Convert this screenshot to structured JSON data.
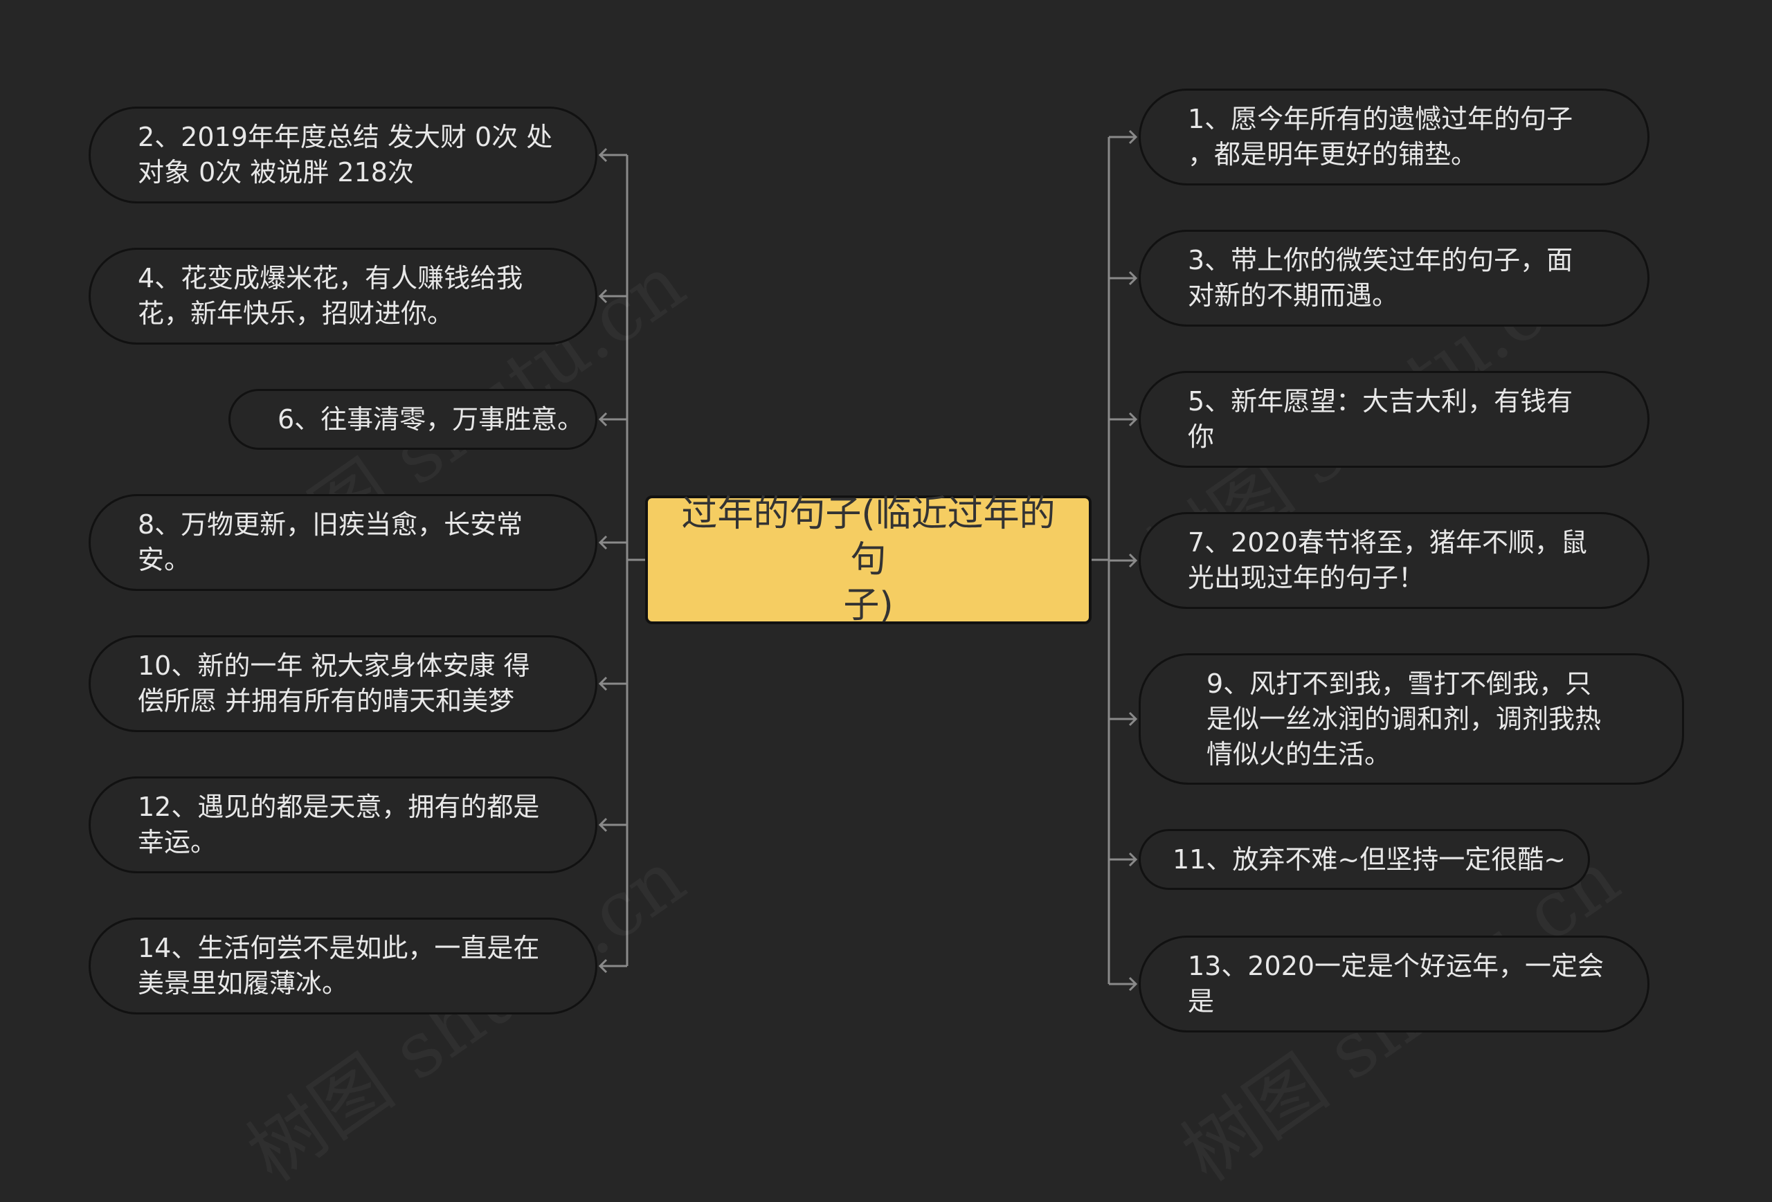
{
  "colors": {
    "background": "#262626",
    "central_fill": "#f5cd62",
    "node_border": "#111111",
    "connector": "#8a8a8a",
    "text": "#e8e8e8"
  },
  "central": {
    "text": "过年的句子(临近过年的句\n子)"
  },
  "left_nodes": [
    {
      "text": "2、2019年年度总结 发大财 0次 处\n对象 0次 被说胖 218次"
    },
    {
      "text": "4、花变成爆米花，有人赚钱给我\n花，新年快乐，招财进你。"
    },
    {
      "text": "6、往事清零，万事胜意。"
    },
    {
      "text": "8、万物更新，旧疾当愈，长安常\n安。"
    },
    {
      "text": "10、新的一年 祝大家身体安康 得\n偿所愿 并拥有所有的晴天和美梦"
    },
    {
      "text": "12、遇见的都是天意，拥有的都是\n幸运。"
    },
    {
      "text": "14、生活何尝不是如此，一直是在\n美景里如履薄冰。"
    }
  ],
  "right_nodes": [
    {
      "text": "1、愿今年所有的遗憾过年的句子\n，都是明年更好的铺垫。"
    },
    {
      "text": "3、带上你的微笑过年的句子，面\n对新的不期而遇。"
    },
    {
      "text": "5、新年愿望：大吉大利，有钱有\n你"
    },
    {
      "text": "7、2020春节将至，猪年不顺，鼠\n光出现过年的句子！"
    },
    {
      "text": "9、风打不到我，雪打不倒我，只\n是似一丝冰润的调和剂，调剂我热\n情似火的生活。"
    },
    {
      "text": "11、放弃不难~但坚持一定很酷~"
    },
    {
      "text": "13、2020一定是个好运年，一定会\n是"
    }
  ]
}
